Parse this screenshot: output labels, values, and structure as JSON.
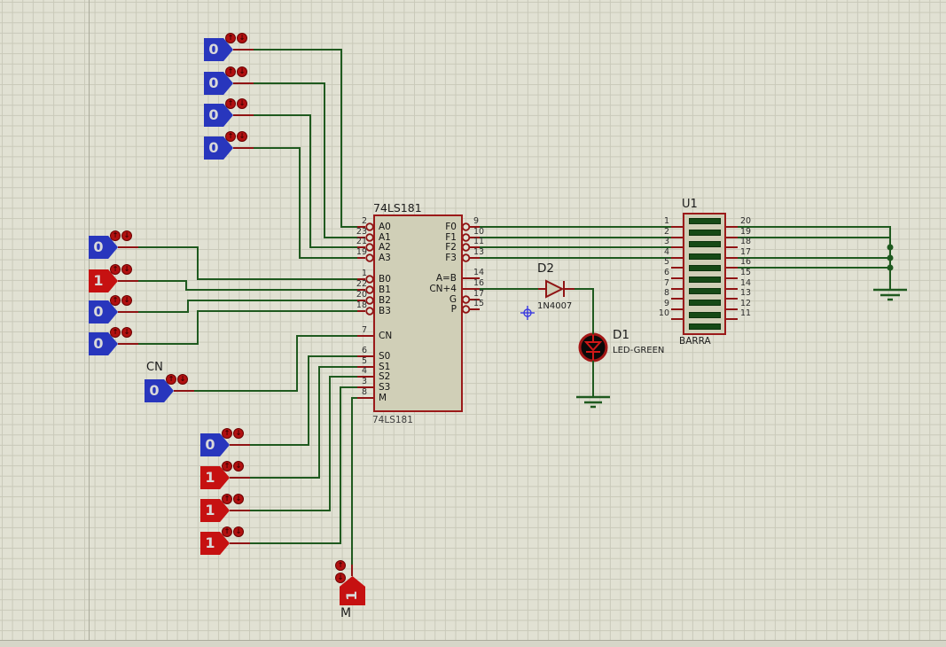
{
  "chip": {
    "title": "74LS181",
    "bottom_label": "74LS181",
    "pins_left": [
      {
        "name": "A0",
        "num": "2"
      },
      {
        "name": "A1",
        "num": "23"
      },
      {
        "name": "A2",
        "num": "21"
      },
      {
        "name": "A3",
        "num": "19"
      },
      {
        "name": "B0",
        "num": "1"
      },
      {
        "name": "B1",
        "num": "22"
      },
      {
        "name": "B2",
        "num": "20"
      },
      {
        "name": "B3",
        "num": "18"
      },
      {
        "name": "CN",
        "num": "7"
      },
      {
        "name": "S0",
        "num": "6"
      },
      {
        "name": "S1",
        "num": "5"
      },
      {
        "name": "S2",
        "num": "4"
      },
      {
        "name": "S3",
        "num": "3"
      },
      {
        "name": "M",
        "num": "8"
      }
    ],
    "pins_right": [
      {
        "name": "F0",
        "num": "9"
      },
      {
        "name": "F1",
        "num": "10"
      },
      {
        "name": "F2",
        "num": "11"
      },
      {
        "name": "F3",
        "num": "13"
      },
      {
        "name": "A=B",
        "num": "14"
      },
      {
        "name": "CN+4",
        "num": "16"
      },
      {
        "name": "G",
        "num": "17"
      },
      {
        "name": "P",
        "num": "15"
      }
    ]
  },
  "bargraph": {
    "ref": "U1",
    "part": "BARRA",
    "segments": 10,
    "left_pin_numbers": [
      "1",
      "2",
      "3",
      "4",
      "5",
      "6",
      "7",
      "8",
      "9",
      "10"
    ],
    "right_pin_numbers": [
      "20",
      "19",
      "18",
      "17",
      "16",
      "15",
      "14",
      "13",
      "12",
      "11"
    ]
  },
  "diode": {
    "ref": "D2",
    "part": "1N4007"
  },
  "led": {
    "ref": "D1",
    "part": "LED-GREEN"
  },
  "logic_inputs": [
    {
      "id": "a0",
      "value": "0"
    },
    {
      "id": "a1",
      "value": "0"
    },
    {
      "id": "a2",
      "value": "0"
    },
    {
      "id": "a3",
      "value": "0"
    },
    {
      "id": "b0",
      "value": "0"
    },
    {
      "id": "b1",
      "value": "1"
    },
    {
      "id": "b2",
      "value": "0"
    },
    {
      "id": "b3",
      "value": "0"
    },
    {
      "id": "cn",
      "value": "0",
      "label": "CN"
    },
    {
      "id": "s0",
      "value": "0"
    },
    {
      "id": "s1",
      "value": "1"
    },
    {
      "id": "s2",
      "value": "1"
    },
    {
      "id": "s3",
      "value": "1"
    },
    {
      "id": "m",
      "value": "1",
      "label": "M"
    }
  ],
  "icons": {
    "toggle_up": "↑",
    "toggle_down": "↓"
  },
  "colors": {
    "wire": "#1f5a1f",
    "pin": "#8f1414",
    "component_border": "#9b1a1a",
    "component_fill": "#d0cfb7",
    "logic_high": "#c61111",
    "logic_low": "#2836bd",
    "bar_segment": "#164a16",
    "led_body": "#0a0a0a",
    "led_glyph": "#d01818",
    "origin_marker": "#3a3ae0",
    "background": "#e1e1d3"
  }
}
